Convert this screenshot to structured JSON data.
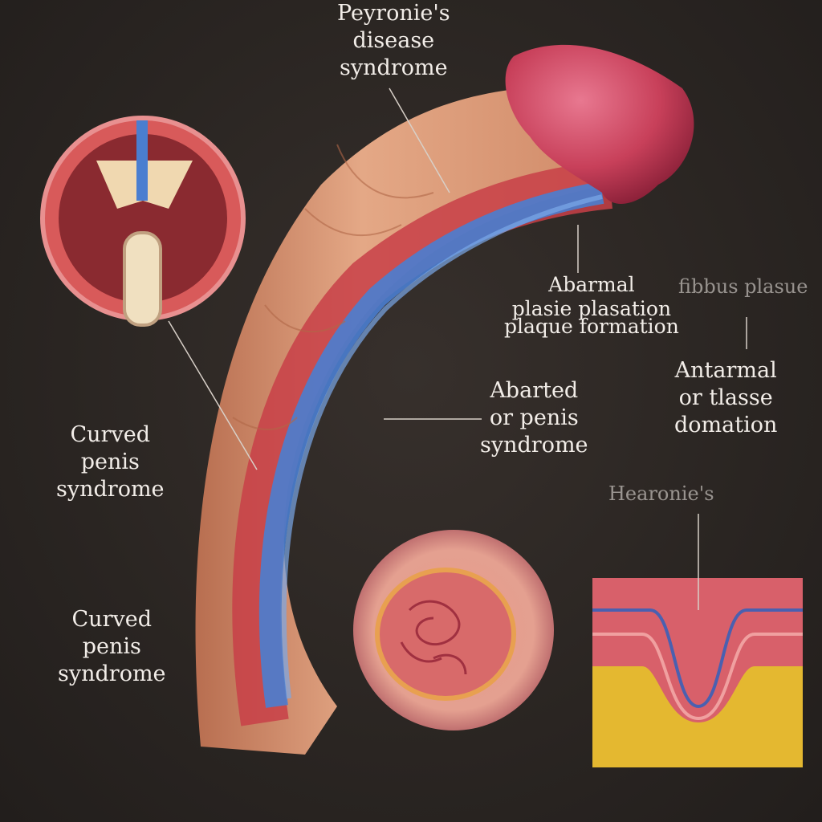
{
  "labels": {
    "top": [
      "Peyronie's",
      "disease",
      "syndrome"
    ],
    "abnormal_plaque": [
      "Abarmal",
      "plasie plasation",
      "plaque formation"
    ],
    "fibrous_plaque": [
      "fibbus plasue"
    ],
    "abarted": [
      "Abarted",
      "or penis",
      "syndrome"
    ],
    "antarmal": [
      "Antarmal",
      "or tlasse",
      "domation"
    ],
    "curved_1": [
      "Curved",
      "penis",
      "syndrome"
    ],
    "curved_2": [
      "Curved",
      "penis",
      "syndrome"
    ],
    "hearonie": [
      "Hearonie's"
    ]
  },
  "colors": {
    "background": "#2a2522",
    "skin": "#dc9c78",
    "glans": "#c8405a",
    "vessel_red": "#d84a4e",
    "vessel_blue": "#4a7ed0",
    "fat": "#e8b830"
  }
}
